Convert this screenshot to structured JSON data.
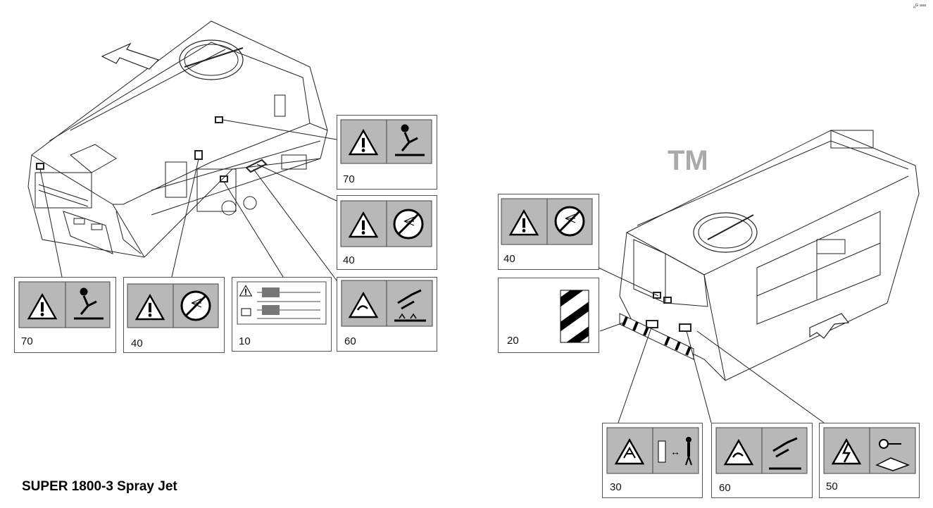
{
  "title": "SUPER 1800-3 Spray Jet",
  "corner_mark": "ₐᴳ ᵃᵃᵃ",
  "watermark": "TM",
  "labels": {
    "l70a": "70",
    "l40a": "40",
    "l10": "10",
    "l60a": "60",
    "l70b": "70",
    "l40b": "40",
    "l40c": "40",
    "l20": "20",
    "l30": "30",
    "l60b": "60",
    "l50": "50"
  },
  "icons": {
    "l70": [
      "warning-triangle-icon",
      "slip-fall-icon"
    ],
    "l40": [
      "warning-triangle-icon",
      "no-spray-icon"
    ],
    "l60": [
      "warning-triangle-icon",
      "chemical-hand-icon"
    ],
    "l30": [
      "crush-hazard-icon",
      "keep-distance-icon"
    ],
    "l50": [
      "electric-hazard-icon",
      "remove-key-read-manual-icon"
    ],
    "l20": [
      "hazard-stripe-icon"
    ],
    "l10": [
      "transport-instruction-icon"
    ]
  }
}
